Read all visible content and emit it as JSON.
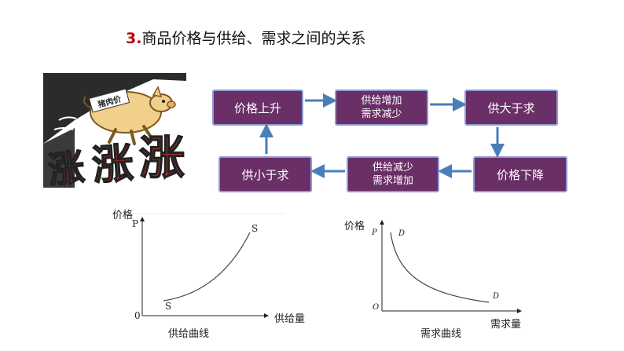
{
  "title": {
    "number": "3.",
    "text": "商品价格与供给、需求之间的关系"
  },
  "image": {
    "sign_text": "猪肉价",
    "rising_char": "涨"
  },
  "flow": {
    "box1": "价格上升",
    "box2": "供给增加\n需求减少",
    "box3": "供大于求",
    "box4": "价格下降",
    "box5": "供给减少\n需求增加",
    "box6": "供小于求"
  },
  "supply_graph": {
    "y_axis_label": "价格",
    "y_marker": "P",
    "origin": "0",
    "x_axis_label": "供给量",
    "curve_start_label": "S",
    "curve_end_label": "S",
    "caption": "供给曲线"
  },
  "demand_graph": {
    "y_axis_label": "价格",
    "y_marker": "P",
    "origin": "O",
    "x_axis_label": "需求量",
    "curve_start_label": "D",
    "curve_end_label": "D",
    "caption": "需求曲线"
  },
  "colors": {
    "box_fill": "#6a2f66",
    "box_border": "#8e9ad6",
    "arrow": "#4a7ebb",
    "title_number": "#c00000",
    "rising_text": "#e03a2a"
  }
}
